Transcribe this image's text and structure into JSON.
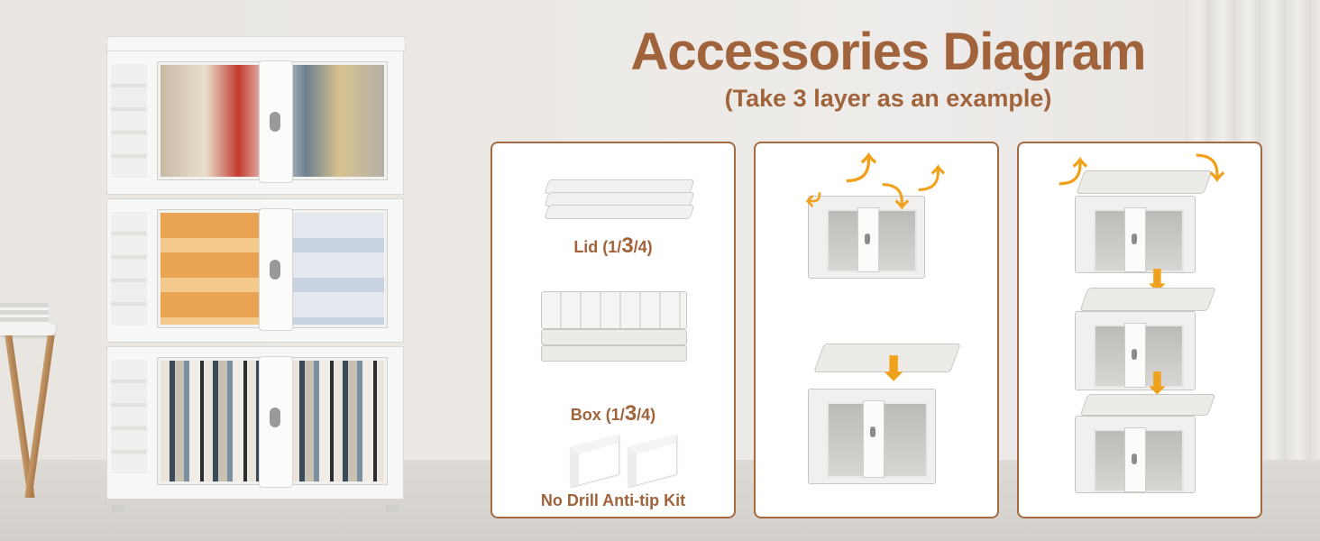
{
  "header": {
    "title": "Accessories Diagram",
    "subtitle": "(Take 3 layer as an example)"
  },
  "accessories": [
    {
      "name_prefix": "Lid (1/",
      "name_emph": "3",
      "name_suffix": "/4)"
    },
    {
      "name_prefix": "Box (1/",
      "name_emph": "3",
      "name_suffix": "/4)"
    },
    {
      "name": "No Drill Anti-tip Kit"
    }
  ],
  "colors": {
    "accent": "#a0633b",
    "panel_border": "#a56a42",
    "arrow": "#f0a11c"
  },
  "icons": {
    "up_arrow": "curved-arrow-icon",
    "down_arrow": "down-arrow-icon"
  }
}
